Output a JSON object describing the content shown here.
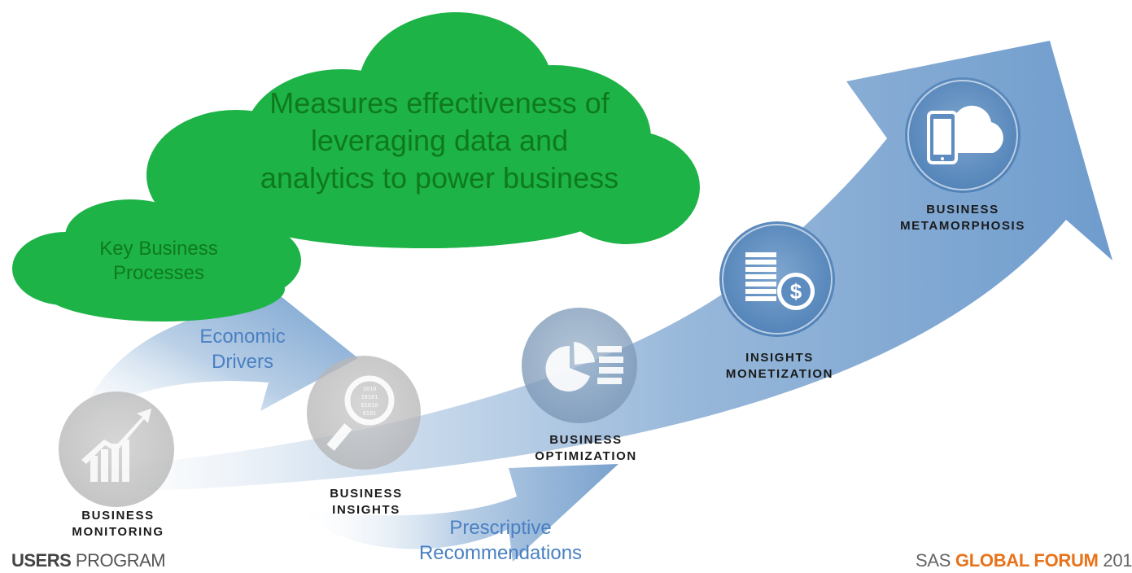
{
  "stages": [
    {
      "id": "monitoring",
      "lines": [
        "BUSINESS",
        "MONITORING"
      ],
      "icon": "growth-chart-icon"
    },
    {
      "id": "insights",
      "lines": [
        "BUSINESS",
        "INSIGHTS"
      ],
      "icon": "magnifier-data-icon"
    },
    {
      "id": "optimization",
      "lines": [
        "BUSINESS",
        "OPTIMIZATION"
      ],
      "icon": "pie-chart-list-icon"
    },
    {
      "id": "monetization",
      "lines": [
        "INSIGHTS",
        "MONETIZATION"
      ],
      "icon": "coins-dollar-icon"
    },
    {
      "id": "metamorphosis",
      "lines": [
        "BUSINESS",
        "METAMORPHOSIS"
      ],
      "icon": "tablet-cloud-icon"
    }
  ],
  "flows": {
    "economic": {
      "lines": [
        "Economic",
        "Drivers"
      ]
    },
    "prescriptive": {
      "lines": [
        "Prescriptive",
        "Recommendations"
      ]
    }
  },
  "clouds": {
    "main": {
      "lines": [
        "Measures effectiveness of",
        "leveraging data and",
        "analytics to power business"
      ]
    },
    "small": {
      "lines": [
        "Key Business",
        "Processes"
      ]
    }
  },
  "footer": {
    "left_strong": "USERS",
    "left_rest": " PROGRAM",
    "right_sas": "SAS",
    "right_gf": " GLOBAL FORUM",
    "right_year": " 201"
  },
  "colors": {
    "arrow": "#7aa2ce",
    "cloud": "#1db347",
    "cloud_text": "#0f7a1c",
    "label_blue": "#4a80c2",
    "accent_orange": "#e8731a"
  }
}
